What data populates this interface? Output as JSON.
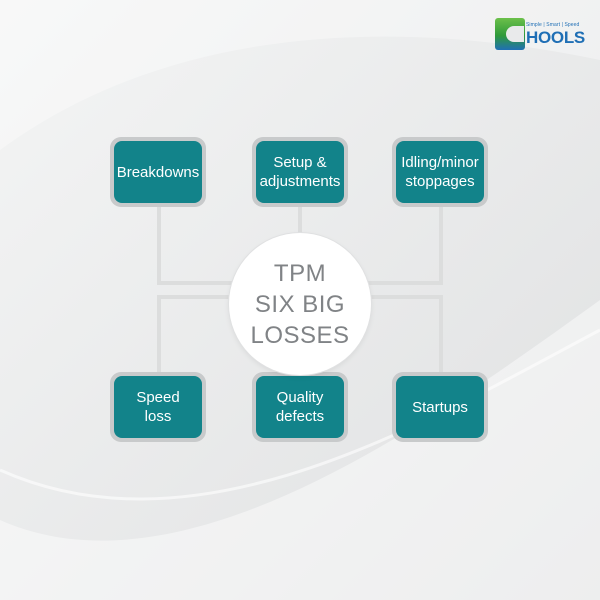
{
  "logo": {
    "tagline": "Simple | Smart | Speed",
    "word": "HOOLS"
  },
  "center": {
    "title": "TPM\nSIX BIG\nLOSSES"
  },
  "losses": [
    "Breakdowns",
    "Setup &\nadjustments",
    "Idling/minor\nstoppages",
    "Speed\nloss",
    "Quality\ndefects",
    "Startups"
  ],
  "colors": {
    "box_fill": "#12838a",
    "box_border": "#c8cacb",
    "center_text": "#808386",
    "logo_blue": "#1f6fb5",
    "logo_green": "#2f9a3a"
  }
}
